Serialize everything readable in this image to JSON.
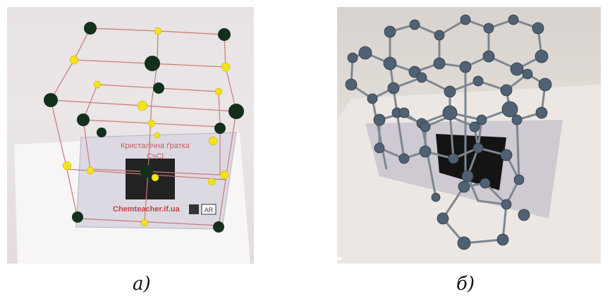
{
  "figure": {
    "panels": [
      {
        "caption": "а)",
        "card_title_line1": "Кристалічна ґратка",
        "card_title_line2": "CsCl",
        "card_footer": "Chemteacher.if.ua",
        "card_badge": "AR",
        "atom_colors": {
          "large": "#13301c",
          "small": "#f2e21a",
          "bond": "#c87b74"
        }
      },
      {
        "caption": "б)",
        "atom_color": "#4f6173",
        "bond_color": "#7d8790"
      }
    ]
  }
}
